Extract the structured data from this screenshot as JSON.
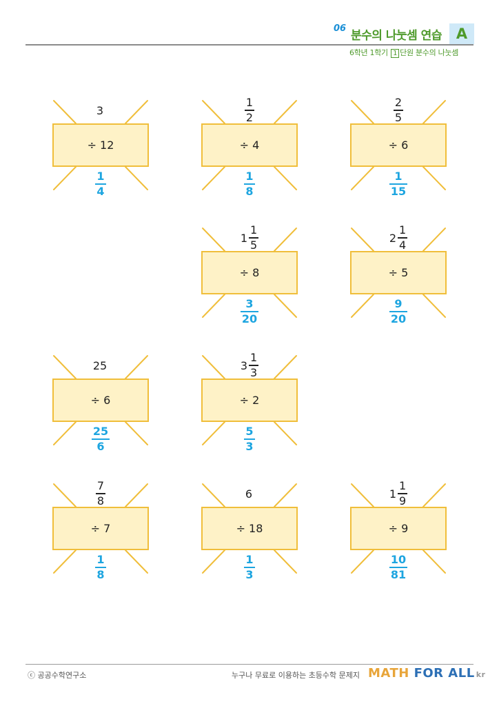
{
  "header": {
    "number": "06",
    "title": "분수의 나눗셈 연습",
    "badge": "A",
    "sub_grade": "6학년 1학기",
    "sub_unit_num": "1",
    "sub_unit_suffix": "단원",
    "sub_unit_name": "분수의 나눗셈"
  },
  "footer": {
    "copyright": "ⓒ 공공수학연구소",
    "tagline": "누구나 무료로 이용하는 초등수학 문제지",
    "logo_part1": "MATH",
    "logo_part2": "FOR ALL",
    "logo_part3": "kr"
  },
  "colors": {
    "box_fill": "#fef2c7",
    "box_border": "#f0be3a",
    "answer": "#1da5e0",
    "title_green": "#4e9a2b"
  },
  "problems": [
    {
      "dividend": {
        "whole": "3",
        "num": "",
        "den": ""
      },
      "divisor": "÷ 12",
      "answer": {
        "num": "1",
        "den": "4"
      }
    },
    {
      "dividend": {
        "whole": "",
        "num": "1",
        "den": "2"
      },
      "divisor": "÷ 4",
      "answer": {
        "num": "1",
        "den": "8"
      }
    },
    {
      "dividend": {
        "whole": "",
        "num": "2",
        "den": "5"
      },
      "divisor": "÷ 6",
      "answer": {
        "num": "1",
        "den": "15"
      }
    },
    {
      "dividend": {
        "whole": "1",
        "num": "1",
        "den": "5"
      },
      "divisor": "÷ 8",
      "answer": {
        "num": "3",
        "den": "20"
      }
    },
    {
      "dividend": {
        "whole": "2",
        "num": "1",
        "den": "4"
      },
      "divisor": "÷ 5",
      "answer": {
        "num": "9",
        "den": "20"
      }
    },
    {
      "dividend": {
        "whole": "25",
        "num": "",
        "den": ""
      },
      "divisor": "÷ 6",
      "answer": {
        "num": "25",
        "den": "6"
      }
    },
    {
      "dividend": {
        "whole": "3",
        "num": "1",
        "den": "3"
      },
      "divisor": "÷ 2",
      "answer": {
        "num": "5",
        "den": "3"
      }
    },
    {
      "dividend": {
        "whole": "",
        "num": "7",
        "den": "8"
      },
      "divisor": "÷ 7",
      "answer": {
        "num": "1",
        "den": "8"
      }
    },
    {
      "dividend": {
        "whole": "6",
        "num": "",
        "den": ""
      },
      "divisor": "÷ 18",
      "answer": {
        "num": "1",
        "den": "3"
      }
    },
    {
      "dividend": {
        "whole": "1",
        "num": "1",
        "den": "9"
      },
      "divisor": "÷ 9",
      "answer": {
        "num": "10",
        "den": "81"
      }
    }
  ]
}
